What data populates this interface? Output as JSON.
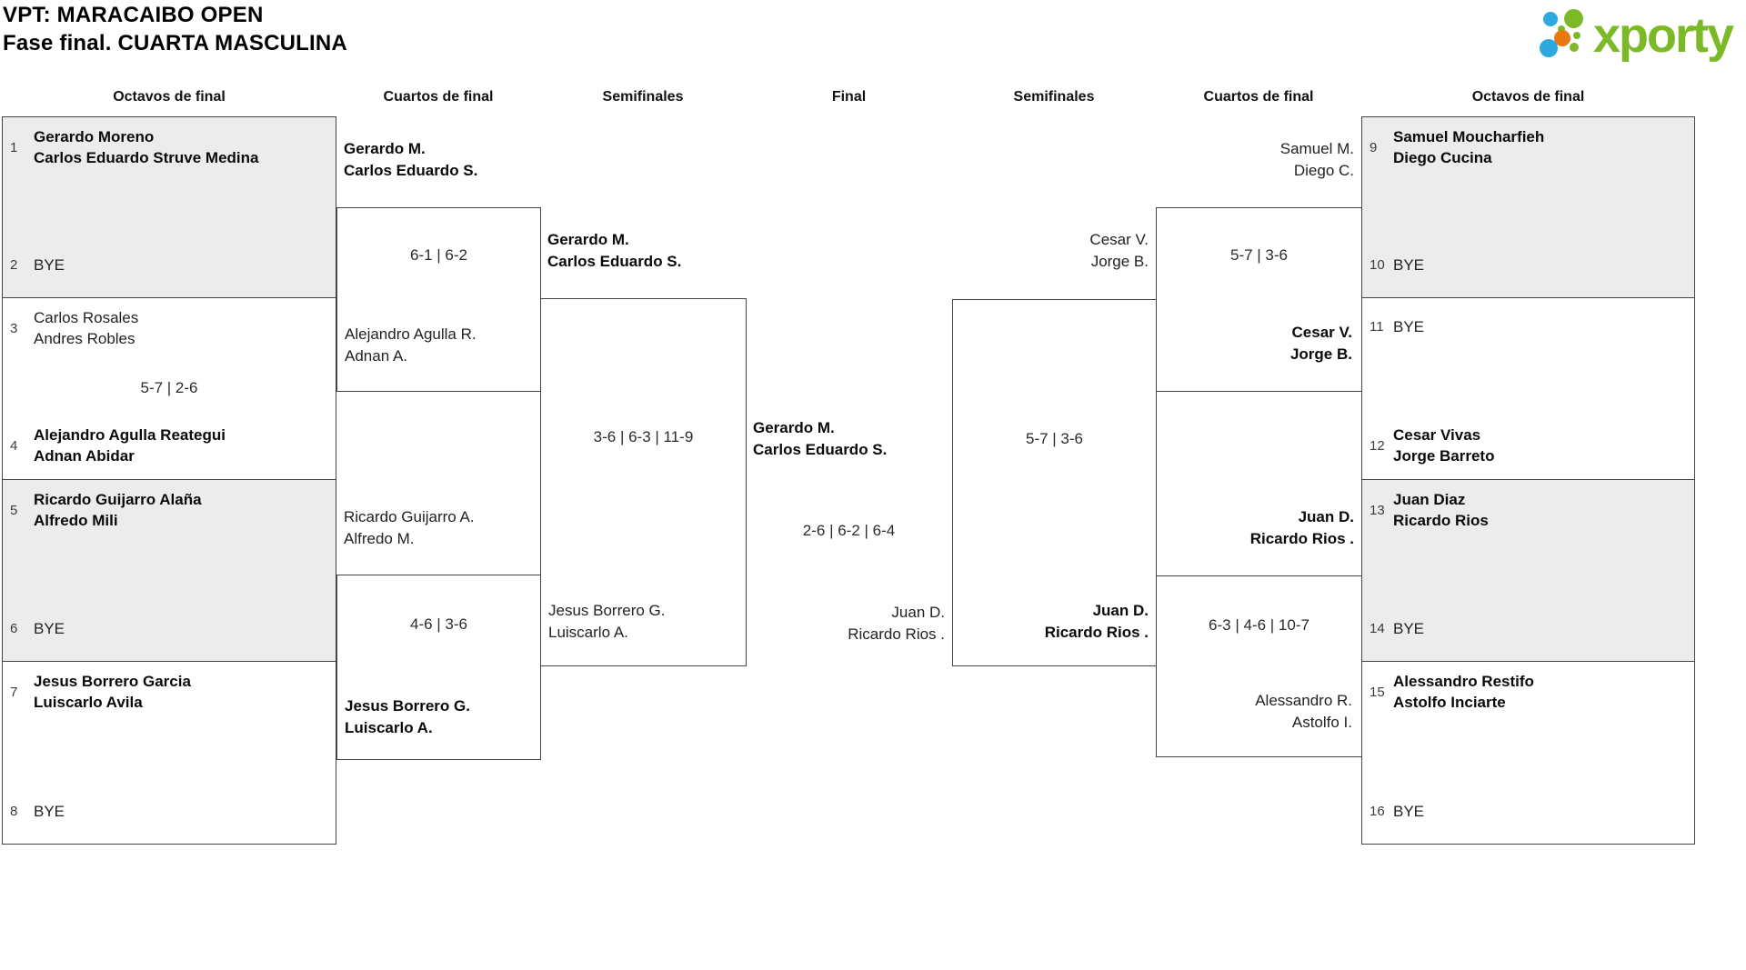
{
  "header": {
    "title_line1": "VPT: MARACAIBO OPEN",
    "title_line2": "Fase final. CUARTA MASCULINA",
    "logo_text": "xporty"
  },
  "round_headers": [
    "Octavos de final",
    "Cuartos de final",
    "Semifinales",
    "Final",
    "Semifinales",
    "Cuartos de final",
    "Octavos de final"
  ],
  "colors": {
    "shaded_box": "#ececec",
    "box_border": "#454545",
    "logo_green": "#7cb928",
    "logo_blue": "#2da8e0",
    "logo_orange": "#e97810"
  },
  "octL": [
    {
      "score": "",
      "top": {
        "seed": "1",
        "names": [
          "Gerardo Moreno",
          "Carlos Eduardo Struve Medina"
        ],
        "winner": true
      },
      "bottom": {
        "seed": "2",
        "names": [
          "BYE"
        ],
        "winner": false
      }
    },
    {
      "score": "5-7 | 2-6",
      "top": {
        "seed": "3",
        "names": [
          "Carlos Rosales",
          "Andres Robles"
        ],
        "winner": false
      },
      "bottom": {
        "seed": "4",
        "names": [
          "Alejandro Agulla Reategui",
          "Adnan Abidar"
        ],
        "winner": true
      }
    },
    {
      "score": "",
      "top": {
        "seed": "5",
        "names": [
          "Ricardo Guijarro Alaña",
          "Alfredo Mili"
        ],
        "winner": true
      },
      "bottom": {
        "seed": "6",
        "names": [
          "BYE"
        ],
        "winner": false
      }
    },
    {
      "score": "",
      "top": {
        "seed": "7",
        "names": [
          "Jesus Borrero Garcia",
          "Luiscarlo Avila"
        ],
        "winner": true
      },
      "bottom": {
        "seed": "8",
        "names": [
          "BYE"
        ],
        "winner": false
      }
    }
  ],
  "octR": [
    {
      "score": "",
      "top": {
        "seed": "9",
        "names": [
          "Samuel Moucharfieh",
          "Diego Cucina"
        ],
        "winner": true
      },
      "bottom": {
        "seed": "10",
        "names": [
          "BYE"
        ],
        "winner": false
      }
    },
    {
      "score": "",
      "top": {
        "seed": "11",
        "names": [
          "BYE"
        ],
        "winner": false
      },
      "bottom": {
        "seed": "12",
        "names": [
          "Cesar Vivas",
          "Jorge Barreto"
        ],
        "winner": true
      }
    },
    {
      "score": "",
      "top": {
        "seed": "13",
        "names": [
          "Juan Diaz",
          "Ricardo Rios"
        ],
        "winner": true
      },
      "bottom": {
        "seed": "14",
        "names": [
          "BYE"
        ],
        "winner": false
      }
    },
    {
      "score": "",
      "top": {
        "seed": "15",
        "names": [
          "Alessandro Restifo",
          "Astolfo Inciarte"
        ],
        "winner": true
      },
      "bottom": {
        "seed": "16",
        "names": [
          "BYE"
        ],
        "winner": false
      }
    }
  ],
  "qfL": [
    {
      "score": "6-1 | 6-2",
      "top_label": {
        "lines": [
          "Gerardo M.",
          "Carlos Eduardo S."
        ],
        "winner": true
      },
      "bottom_label": {
        "lines": [
          "Alejandro Agulla R.",
          "Adnan A."
        ],
        "winner": false
      }
    },
    {
      "score": "4-6 | 3-6",
      "top_label": {
        "lines": [
          "Ricardo Guijarro A.",
          "Alfredo M."
        ],
        "winner": false
      },
      "bottom_label": {
        "lines": [
          "Jesus Borrero G.",
          "Luiscarlo A."
        ],
        "winner": true
      }
    }
  ],
  "sfL": {
    "score": "3-6 | 6-3 | 11-9",
    "top_label": {
      "lines": [
        "Gerardo M.",
        "Carlos Eduardo S."
      ],
      "winner": true
    },
    "bottom_label": {
      "lines": [
        "Jesus Borrero G.",
        "Luiscarlo A."
      ],
      "winner": false
    }
  },
  "final": {
    "score": "2-6 | 6-2 | 6-4",
    "winner": {
      "lines": [
        "Gerardo M.",
        "Carlos Eduardo S."
      ],
      "winner": true
    },
    "runner_up": {
      "lines": [
        "Juan D.",
        "Ricardo Rios ."
      ],
      "winner": false
    }
  },
  "sfR": {
    "score": "5-7 | 3-6",
    "top_label": {
      "lines": [
        "Cesar V.",
        "Jorge B."
      ],
      "winner": false
    },
    "bottom_label": {
      "lines": [
        "Juan D.",
        "Ricardo Rios ."
      ],
      "winner": true
    }
  },
  "qfR": [
    {
      "score": "5-7 | 3-6",
      "top_label": {
        "lines": [
          "Samuel M.",
          "Diego C."
        ],
        "winner": false
      },
      "bottom_label": {
        "lines": [
          "Cesar V.",
          "Jorge B."
        ],
        "winner": true
      }
    },
    {
      "score": "6-3 | 4-6 | 10-7",
      "top_label": {
        "lines": [
          "Juan D.",
          "Ricardo Rios ."
        ],
        "winner": true
      },
      "bottom_label": {
        "lines": [
          "Alessandro R.",
          "Astolfo I."
        ],
        "winner": false
      }
    }
  ]
}
